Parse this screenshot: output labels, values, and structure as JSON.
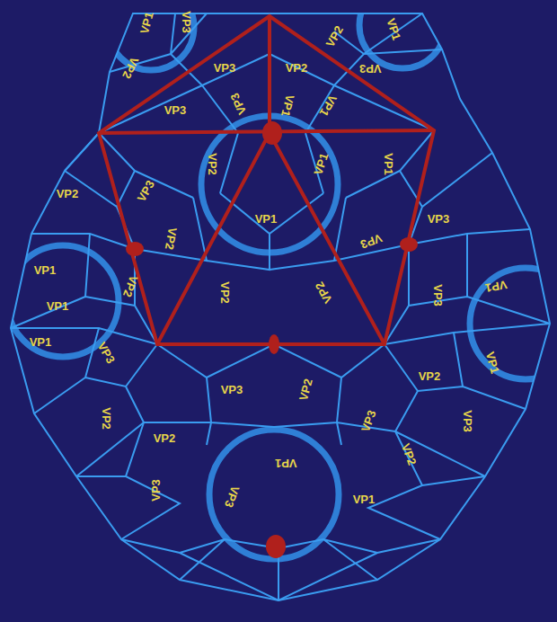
{
  "diagram": {
    "labels": [
      "VP1",
      "VP3",
      "VP2",
      "VP1",
      "VP3",
      "VP2",
      "VP2",
      "VP3",
      "VP3",
      "VP3",
      "VP1",
      "VP1",
      "VP2",
      "VP1",
      "VP1",
      "VP3",
      "VP2",
      "VP3",
      "VP1",
      "VP2",
      "VP3",
      "VP2",
      "VP1",
      "VP2",
      "VP2",
      "VP3",
      "VP3",
      "VP1",
      "VP1",
      "VP3",
      "VP2",
      "VP3",
      "VP2",
      "VP1",
      "VP2",
      "VP2",
      "VP3",
      "VP3",
      "VP2",
      "VP1",
      "VP3",
      "VP1",
      "VP1"
    ]
  }
}
